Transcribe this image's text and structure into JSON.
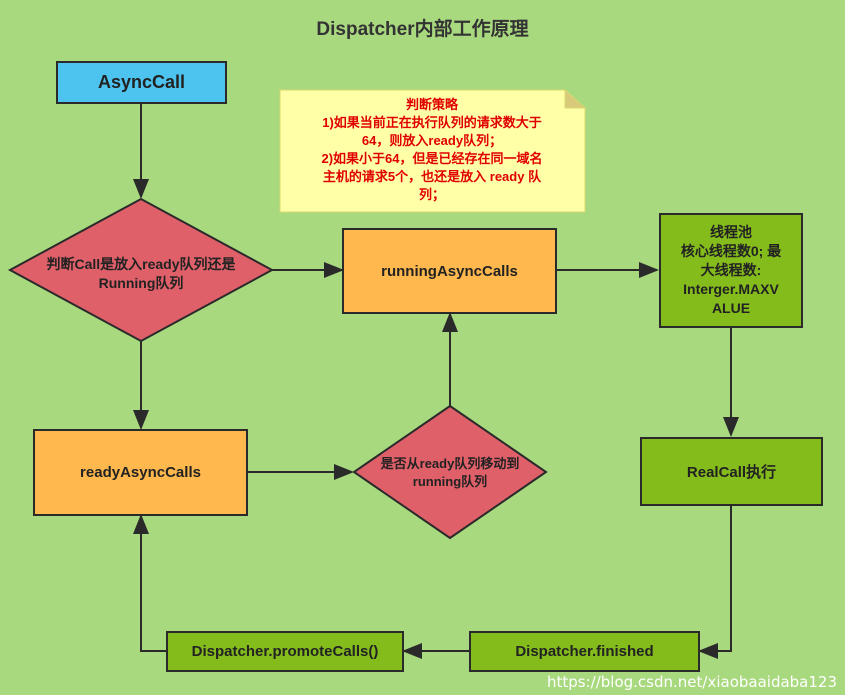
{
  "title": "Dispatcher内部工作原理",
  "nodes": {
    "async_call": "AsyncCall",
    "decision_call": [
      "判断Call是放入ready队列还是",
      "Running队列"
    ],
    "running_async_calls": "runningAsyncCalls",
    "ready_async_calls": "readyAsyncCalls",
    "decision_move": [
      "是否从ready队列移动到",
      "running队列"
    ],
    "thread_pool": [
      "线程池",
      "核心线程数0; 最",
      "大线程数:",
      "Interger.MAXV",
      "ALUE"
    ],
    "real_call": "RealCall执行",
    "dispatcher_finished": "Dispatcher.finished",
    "dispatcher_promote": "Dispatcher.promoteCalls()"
  },
  "note": {
    "title": "判断策略",
    "lines": [
      "1)如果当前正在执行队列的请求数大于",
      "64，则放入ready队列；",
      "2)如果小于64，但是已经存在同一域名",
      "主机的请求5个，也还是放入 ready 队",
      "列；"
    ]
  },
  "colors": {
    "background": "#a9d97f",
    "start_node": "#4cc4ef",
    "queue_node": "#ffb84d",
    "decision_node": "#e0606a",
    "process_node": "#84bc1c",
    "note_bg": "#ffffa8",
    "note_text": "#e00000"
  },
  "watermark": "https://blog.csdn.net/xiaobaaidaba123"
}
